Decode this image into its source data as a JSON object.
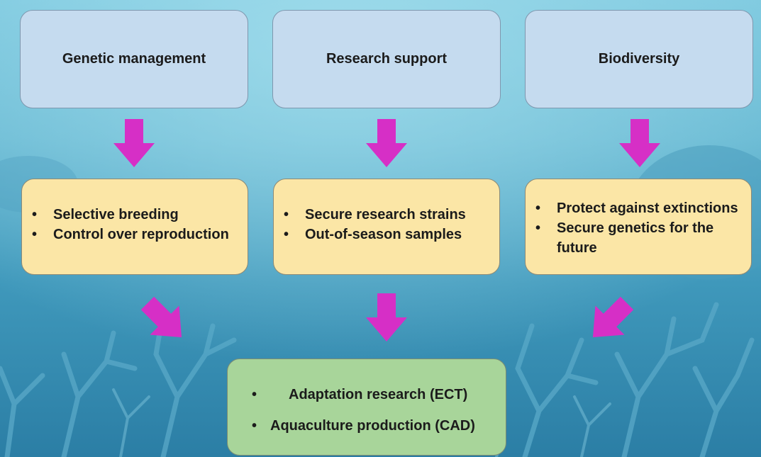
{
  "top_boxes": [
    {
      "label": "Genetic management"
    },
    {
      "label": "Research support"
    },
    {
      "label": "Biodiversity"
    }
  ],
  "mid_boxes": [
    {
      "items": [
        "Selective breeding",
        "Control over reproduction"
      ]
    },
    {
      "items": [
        "Secure research strains",
        "Out-of-season samples"
      ]
    },
    {
      "items": [
        "Protect against extinctions",
        "Secure genetics for the",
        "future"
      ]
    }
  ],
  "bottom_box": {
    "items": [
      "Adaptation research (ECT)",
      "Aquaculture production (CAD)"
    ]
  },
  "colors": {
    "top_box_fill": "#c5dbef",
    "mid_box_fill": "#fbe6a6",
    "bottom_box_fill": "#a8d59a",
    "arrow": "#d62fc6",
    "background": "#5fb1cf"
  }
}
